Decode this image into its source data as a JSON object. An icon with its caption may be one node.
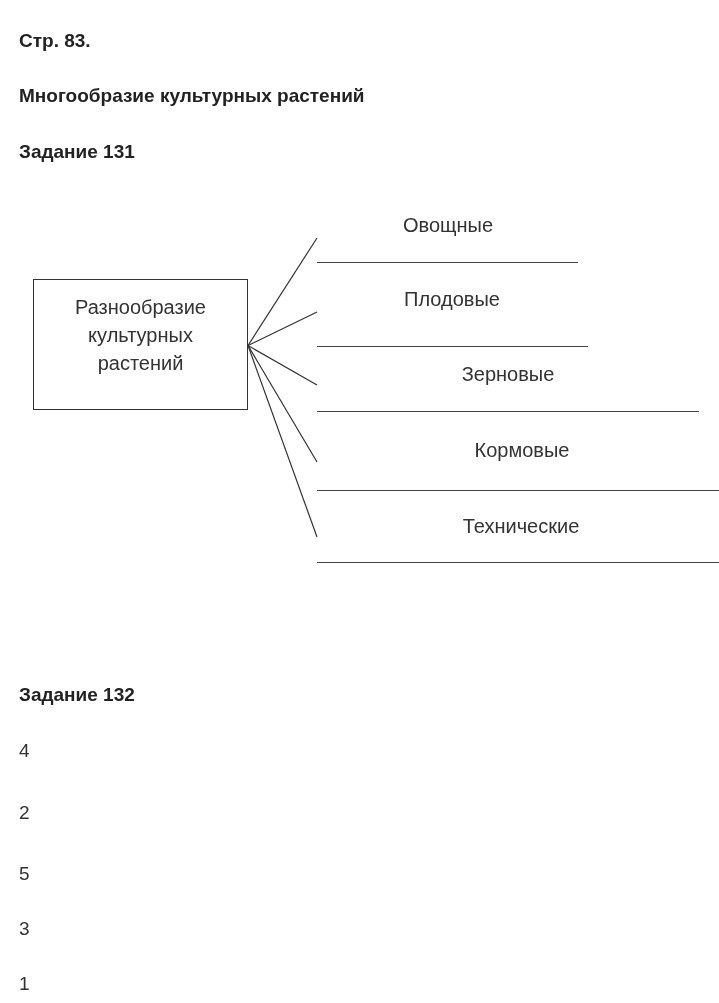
{
  "diagram": {
    "title": "Многообразие культурных растений",
    "nodes": [
      {
        "text": [
          "Разнообразие культурных растений"
        ]
      },
      {
        "text": [
          "Овощные"
        ]
      },
      {
        "text": [
          "Плодовые"
        ]
      },
      {
        "text": [
          "Зерновые"
        ]
      },
      {
        "text": [
          "Кормовые"
        ]
      },
      {
        "text": [
          "Технические"
        ]
      }
    ],
    "edges": [
      {
        "from": 0,
        "to": 1,
        "arrow": "none"
      },
      {
        "from": 0,
        "to": 2,
        "arrow": "none"
      },
      {
        "from": 0,
        "to": 3,
        "arrow": "none"
      },
      {
        "from": 0,
        "to": 4,
        "arrow": "none"
      },
      {
        "from": 0,
        "to": 5,
        "arrow": "none"
      }
    ],
    "labels": [
      "Стр. 83.",
      "Задание 131",
      "Задание 132",
      "4",
      "2",
      "5",
      "3",
      "1"
    ]
  }
}
